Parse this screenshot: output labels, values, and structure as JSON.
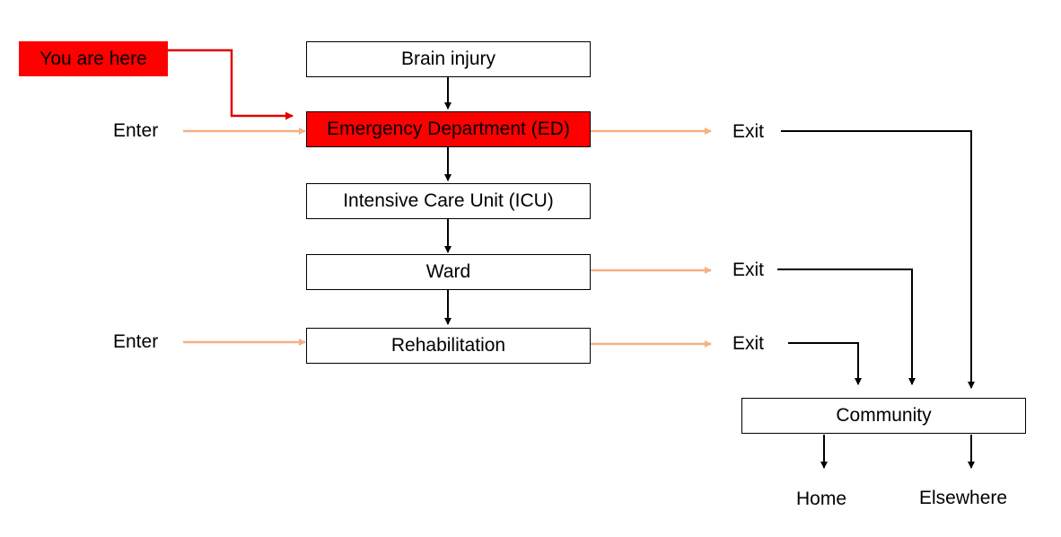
{
  "colors": {
    "highlight": "#ff0000",
    "flow_arrow": "#000000",
    "entry_exit_arrow": "#f4b183",
    "marker_arrow": "#e00000"
  },
  "marker": {
    "label": "You are here"
  },
  "stages": {
    "brain_injury": "Brain injury",
    "ed": "Emergency Department (ED)",
    "icu": "Intensive Care Unit (ICU)",
    "ward": "Ward",
    "rehab": "Rehabilitation",
    "community": "Community"
  },
  "labels": {
    "enter_ed": "Enter",
    "enter_rehab": "Enter",
    "exit_ed": "Exit",
    "exit_ward": "Exit",
    "exit_rehab": "Exit",
    "home": "Home",
    "elsewhere": "Elsewhere"
  },
  "highlighted_stage": "ed"
}
